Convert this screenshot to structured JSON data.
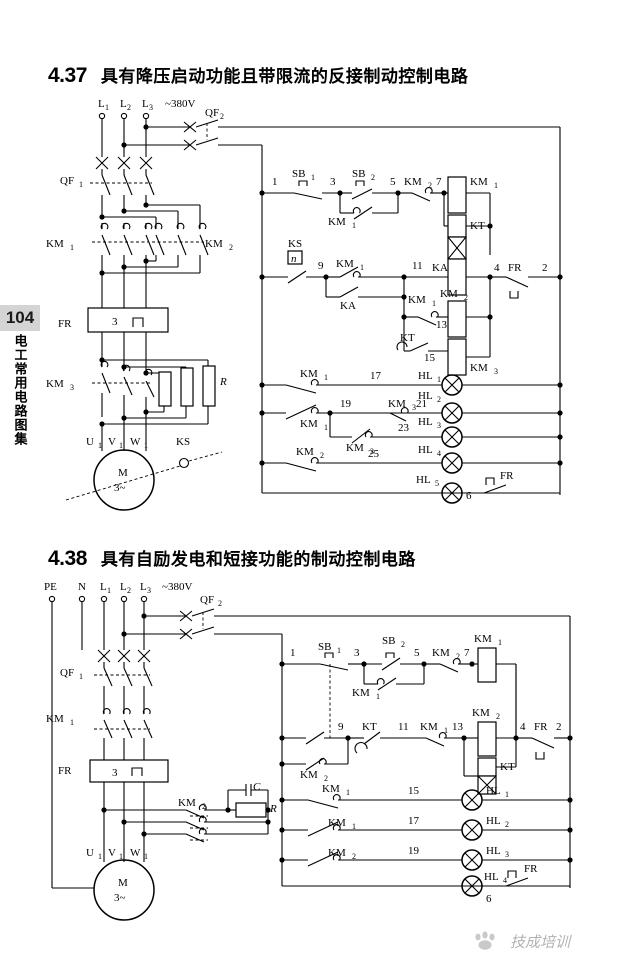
{
  "page": {
    "number": "104",
    "side_label": "电工常用电路图集",
    "background": "#ffffff"
  },
  "footer": {
    "watermark_text": "技成培训",
    "logo_icon": "paw-logo-icon"
  },
  "sections": [
    {
      "number": "4.37",
      "title": "具有降压启动功能且带限流的反接制动控制电路",
      "supply": {
        "phases": [
          "L₁",
          "L₂",
          "L₃"
        ],
        "voltage": "~380V"
      },
      "power_devices": [
        {
          "tag": "QF₂",
          "type": "breaker-2pole"
        },
        {
          "tag": "QF₁",
          "type": "breaker-3pole"
        },
        {
          "tag": "KM₁",
          "type": "contactor-3pole"
        },
        {
          "tag": "KM₂",
          "type": "contactor-3pole"
        },
        {
          "tag": "FR",
          "type": "thermal-relay",
          "inner": "3"
        },
        {
          "tag": "KM₃",
          "type": "contactor-3pole"
        },
        {
          "tag": "R",
          "type": "resistor-bank"
        },
        {
          "tag": "KS",
          "type": "speed-switch"
        }
      ],
      "motor": {
        "tag": "M",
        "phase": "3~",
        "terminals": [
          "U₁",
          "V₁",
          "W₁"
        ]
      },
      "control": {
        "nodes": [
          "1",
          "3",
          "5",
          "7",
          "9",
          "11",
          "13",
          "15",
          "17",
          "19",
          "21",
          "23",
          "25",
          "4",
          "2",
          "6"
        ],
        "buttons": [
          "SB₁",
          "SB₂"
        ],
        "speed_switch": {
          "tag": "KS",
          "inner": "n"
        },
        "contacts": [
          "KM₂",
          "KM₁",
          "KA",
          "KT",
          "KM₃",
          "FR"
        ],
        "coils": [
          "KM₁",
          "KT",
          "KA",
          "KM₂",
          "KM₃"
        ],
        "lamps": [
          "HL₁",
          "HL₂",
          "HL₃",
          "HL₄",
          "HL₅"
        ]
      }
    },
    {
      "number": "4.38",
      "title": "具有自励发电和短接功能的制动控制电路",
      "supply": {
        "phases": [
          "PE",
          "N",
          "L₁",
          "L₂",
          "L₃"
        ],
        "voltage": "~380V"
      },
      "power_devices": [
        {
          "tag": "QF₂",
          "type": "breaker-2pole"
        },
        {
          "tag": "QF₁",
          "type": "breaker-3pole"
        },
        {
          "tag": "KM₁",
          "type": "contactor-3pole"
        },
        {
          "tag": "FR",
          "type": "thermal-relay",
          "inner": "3"
        },
        {
          "tag": "KM₂",
          "type": "contactor-3pole"
        },
        {
          "tag": "C",
          "type": "capacitor"
        },
        {
          "tag": "R",
          "type": "resistor"
        }
      ],
      "motor": {
        "tag": "M",
        "phase": "3~",
        "terminals": [
          "U₁",
          "V₁",
          "W₁"
        ]
      },
      "control": {
        "nodes": [
          "1",
          "3",
          "5",
          "7",
          "9",
          "11",
          "13",
          "15",
          "17",
          "19",
          "4",
          "2",
          "6"
        ],
        "buttons": [
          "SB₁",
          "SB₂"
        ],
        "contacts": [
          "KM₂",
          "KM₁",
          "KT",
          "FR"
        ],
        "coils": [
          "KM₁",
          "KM₂",
          "KT"
        ],
        "lamps": [
          "HL₁",
          "HL₂",
          "HL₃",
          "HL₄"
        ]
      }
    }
  ]
}
